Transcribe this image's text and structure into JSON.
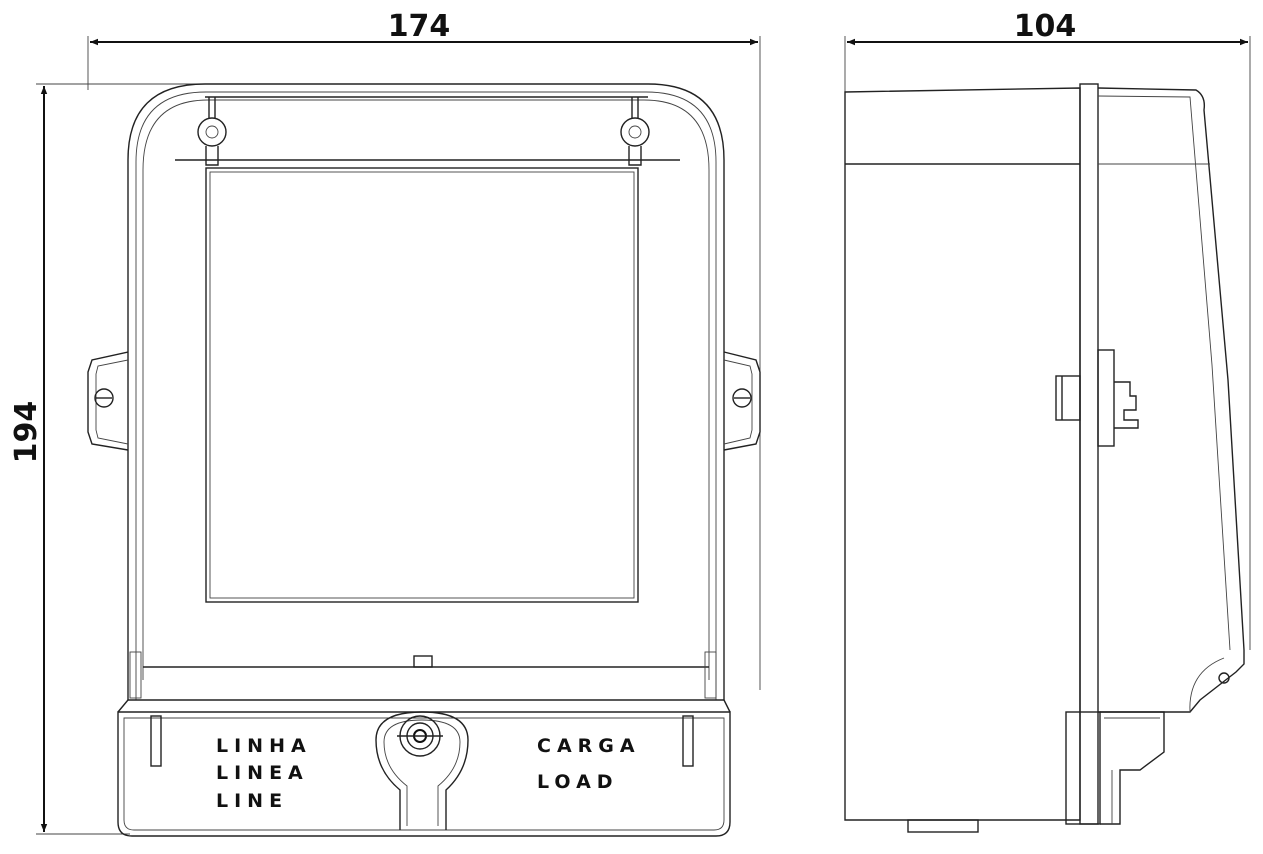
{
  "dimensions": {
    "width": "174",
    "depth": "104",
    "height": "194"
  },
  "front_labels": {
    "line_left": [
      "LINHA",
      "LINEA",
      "LINE"
    ],
    "load_right": [
      "CARGA",
      "LOAD"
    ]
  },
  "colors": {
    "stroke": "#222222",
    "background": "#ffffff"
  }
}
